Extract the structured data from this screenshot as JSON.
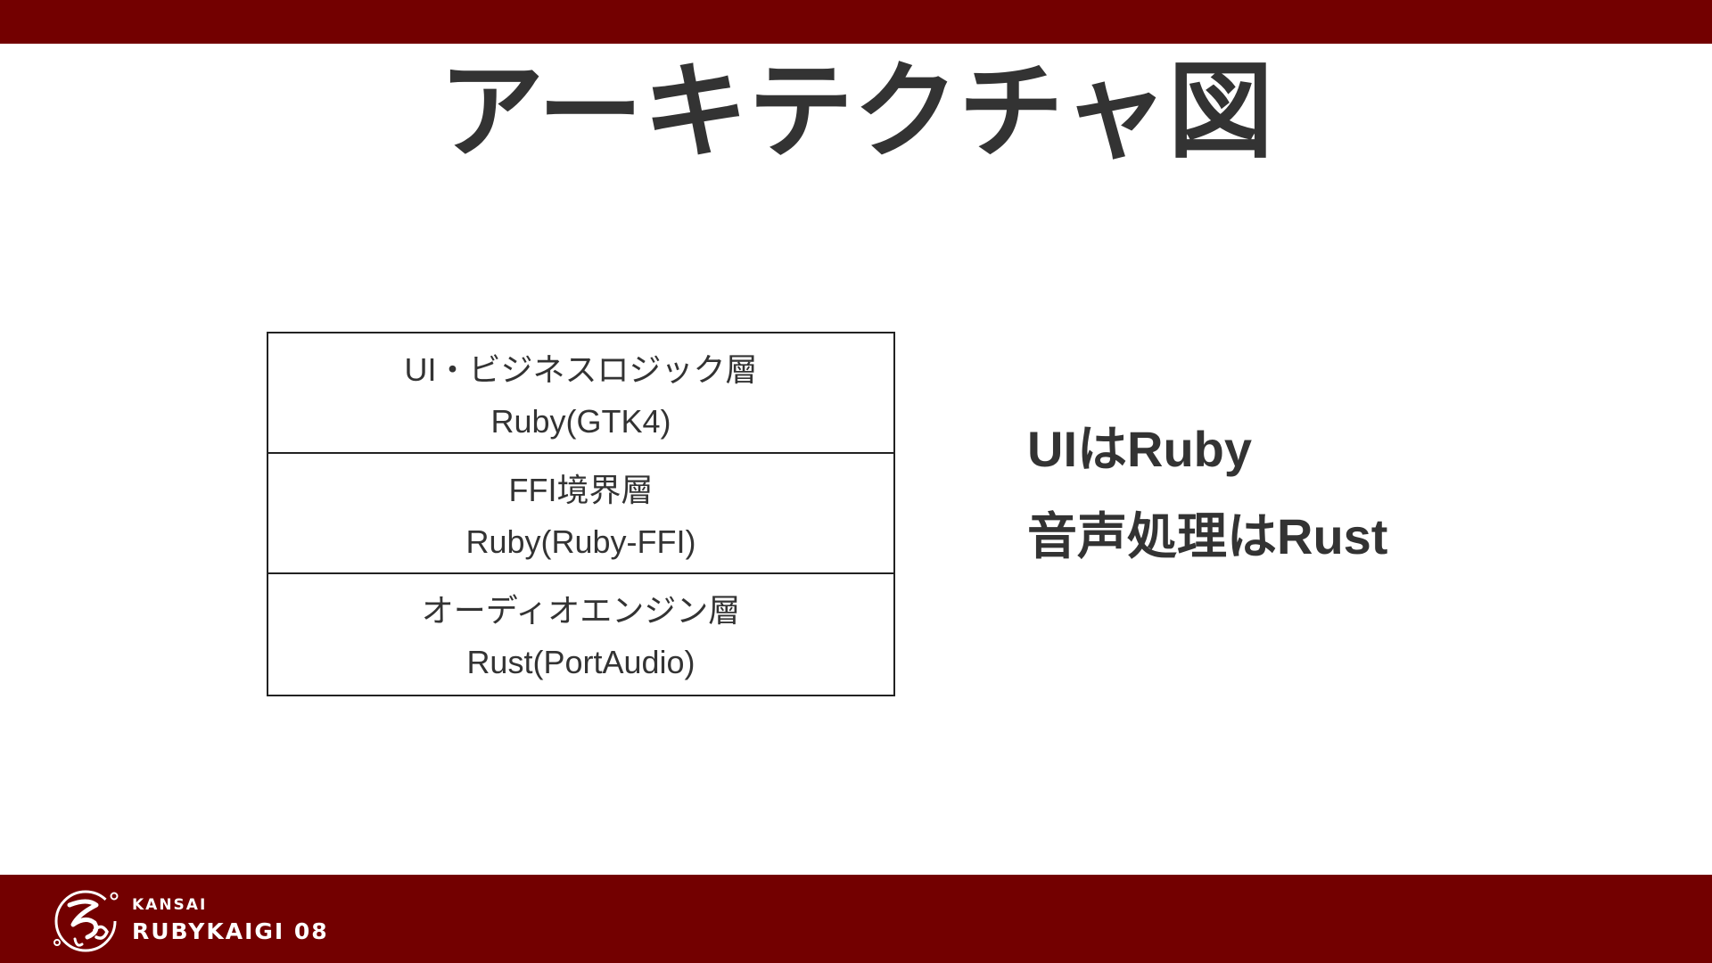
{
  "slide": {
    "title": "アーキテクチャ図"
  },
  "architecture": {
    "layers": [
      {
        "name": "UI・ビジネスロジック層",
        "tech": "Ruby(GTK4)"
      },
      {
        "name": "FFI境界層",
        "tech": "Ruby(Ruby-FFI)"
      },
      {
        "name": "オーディオエンジン層",
        "tech": "Rust(PortAudio)"
      }
    ]
  },
  "summary": {
    "lines": [
      "UIはRuby",
      "音声処理はRust"
    ]
  },
  "footer": {
    "logo_icon": "rubykaigi-logo-icon",
    "logo_sub": "KANSAI",
    "logo_main": "RUBYKAIGI 08"
  },
  "colors": {
    "brand": "#730000",
    "text": "#333333",
    "border": "#222222",
    "background": "#ffffff"
  }
}
